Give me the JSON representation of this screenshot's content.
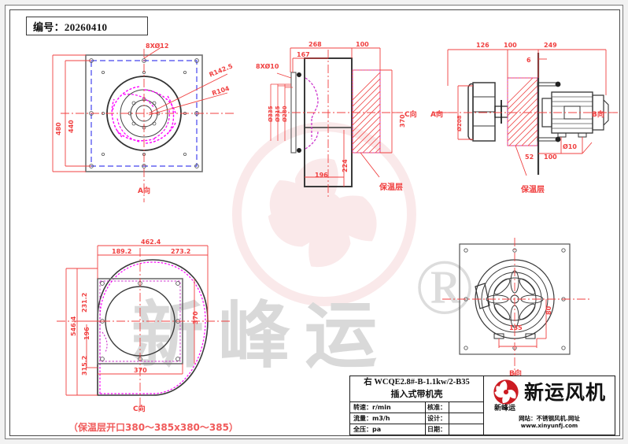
{
  "header": {
    "code_label": "编号：20260410"
  },
  "watermark": {
    "text": "新峰运",
    "registered": "®",
    "fan_color": "#f0b8bc"
  },
  "views": {
    "top_left": {
      "name": "A-view-plate",
      "view_label": "A向",
      "callouts": [
        "8XØ12",
        "R142.5",
        "R104"
      ],
      "dim_outer": "480",
      "dim_inner": "440"
    },
    "top_middle": {
      "name": "section-C",
      "view_label": "C向",
      "insulation_label": "保温层",
      "callout_holes": "8XØ10",
      "dims_top": [
        "268",
        "100",
        "167"
      ],
      "dims_dia": [
        "Ø335",
        "Ø315",
        "Ø280"
      ],
      "dim_height": "370",
      "dim_224": "224",
      "dim_196": "196"
    },
    "top_right": {
      "name": "motor-assembly",
      "label_left": "A向",
      "label_right": "B向",
      "insulation_label": "保温层",
      "dims_top": [
        "126",
        "100",
        "249"
      ],
      "dim_6": "6",
      "dim_dia": "Ø208",
      "dim_bolt": "Ø10",
      "dim_52": "52",
      "dim_100": "100"
    },
    "bottom_left": {
      "name": "scroll-housing",
      "view_label": "C向",
      "dim_total_w": "462.4",
      "dim_left": "189.2",
      "dim_right": "273.2",
      "dim_231": "231.2",
      "dim_546": "546.4",
      "dim_315": "315.2",
      "dim_196": "196",
      "dim_370_h": "370",
      "dim_370_b": "370",
      "note": "（保温层开口380～385x380～385）"
    },
    "bottom_right": {
      "name": "B-view-impeller",
      "view_label": "B向",
      "dim_135": "135",
      "dim_80": "80"
    }
  },
  "title_block": {
    "model": "右  WCQE2.8#-B-1.1kw/2-B35",
    "subtitle": "插入式带机壳",
    "rows": [
      {
        "label": "转速：r/min",
        "field": "核准：",
        "value": ""
      },
      {
        "label": "流量：m3/h",
        "field": "设计：",
        "value": ""
      },
      {
        "label": "全压：pa",
        "field": "日期：",
        "value": ""
      }
    ],
    "logo_sub": "新峰运",
    "brand": "新运风机",
    "site_line1": "网站：不锈钢风机.网址",
    "site_line2": "www.xinyunfj.com",
    "logo_color": "#cc1b22"
  },
  "colors": {
    "dim_red": "#f04040",
    "part_black": "#3a3a3a",
    "blade_magenta": "#ff00ff",
    "hidden_blue": "#4444ee",
    "hatch_red": "#f05050"
  }
}
